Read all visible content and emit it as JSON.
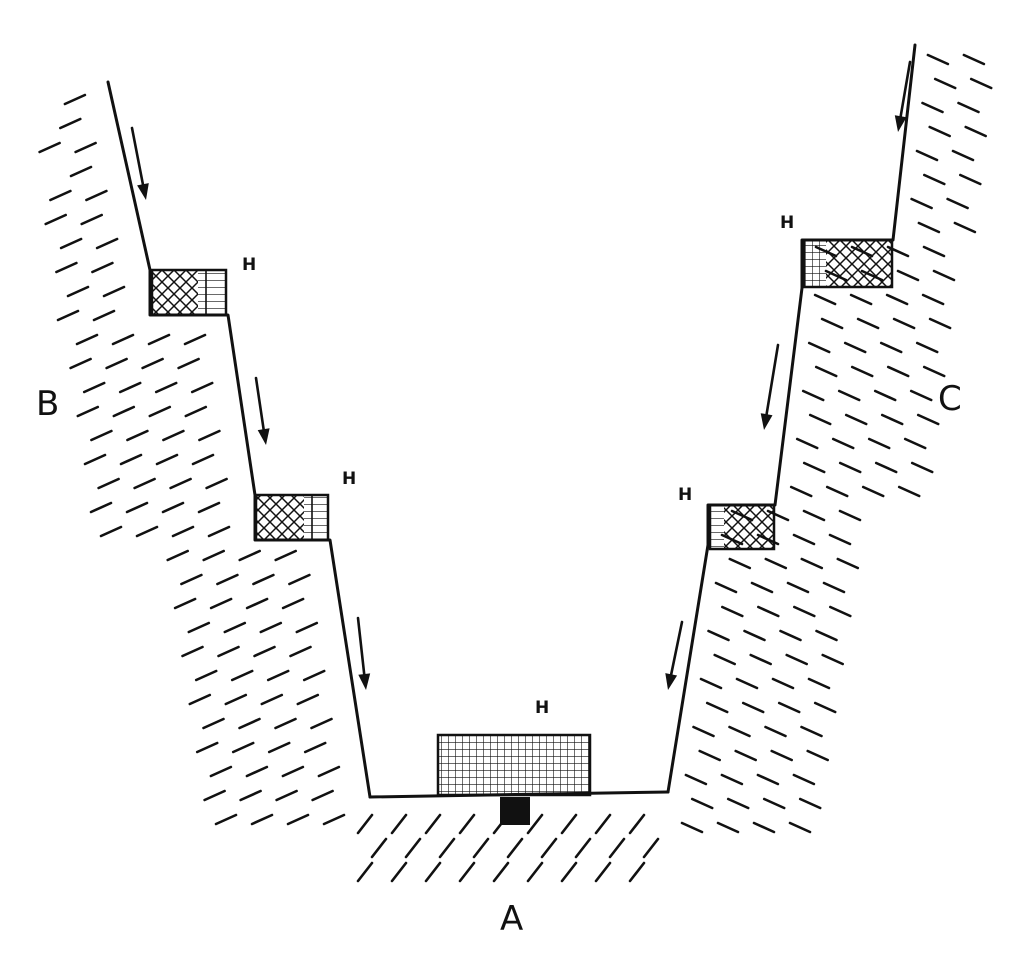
{
  "labels": {
    "left": "B",
    "right": "C",
    "bottom": "A"
  },
  "houses": {
    "left_upper": "H",
    "left_lower": "H",
    "right_upper": "H",
    "right_lower": "H",
    "valley": "H"
  },
  "colors": {
    "ink": "#111111",
    "paper": "#ffffff"
  }
}
